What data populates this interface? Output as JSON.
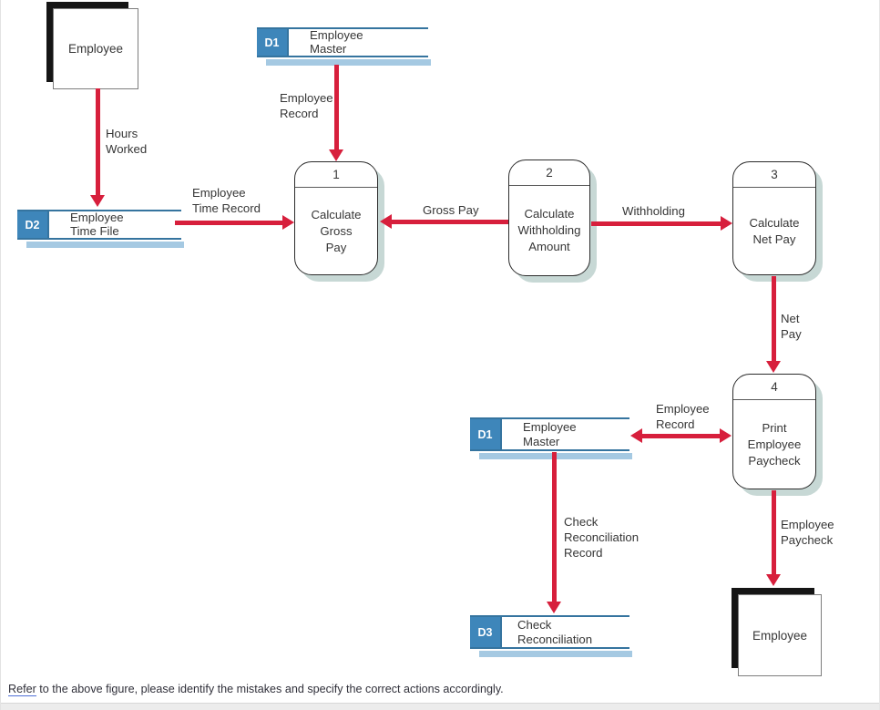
{
  "diagram": {
    "entities": {
      "employee_source": {
        "label": "Employee"
      },
      "employee_sink": {
        "label": "Employee"
      }
    },
    "datastores": {
      "d1_top": {
        "id": "D1",
        "name": "Employee\nMaster"
      },
      "d2": {
        "id": "D2",
        "name": "Employee\nTime File"
      },
      "d1_bottom": {
        "id": "D1",
        "name": "Employee\nMaster"
      },
      "d3": {
        "id": "D3",
        "name": "Check\nReconciliation"
      }
    },
    "processes": {
      "p1": {
        "number": "1",
        "name": "Calculate\nGross\nPay"
      },
      "p2": {
        "number": "2",
        "name": "Calculate\nWithholding\nAmount"
      },
      "p3": {
        "number": "3",
        "name": "Calculate\nNet Pay"
      },
      "p4": {
        "number": "4",
        "name": "Print\nEmployee\nPaycheck"
      }
    },
    "flows": {
      "hours_worked": {
        "label": "Hours\nWorked"
      },
      "employee_record_top": {
        "label": "Employee\nRecord"
      },
      "employee_time_record": {
        "label": "Employee\nTime Record"
      },
      "gross_pay": {
        "label": "Gross Pay"
      },
      "withholding": {
        "label": "Withholding"
      },
      "net_pay": {
        "label": "Net\nPay"
      },
      "employee_record_bottom": {
        "label": "Employee\nRecord"
      },
      "check_reconciliation_record": {
        "label": "Check\nReconciliation\nRecord"
      },
      "employee_paycheck": {
        "label": "Employee\nPaycheck"
      }
    },
    "colors": {
      "arrow_red": "#d71f3c",
      "datastore_blue": "#3e86ba",
      "datastore_line": "#35749f",
      "datastore_shadow": "#a5c9e2",
      "process_shadow": "#c7d8d5",
      "entity_shadow": "#151515",
      "text": "#363636",
      "link_underline": "#4f6fd6"
    }
  },
  "footer": {
    "link": "Refer",
    "rest": " to the above figure, please identify the mistakes and specify the correct actions accordingly."
  }
}
